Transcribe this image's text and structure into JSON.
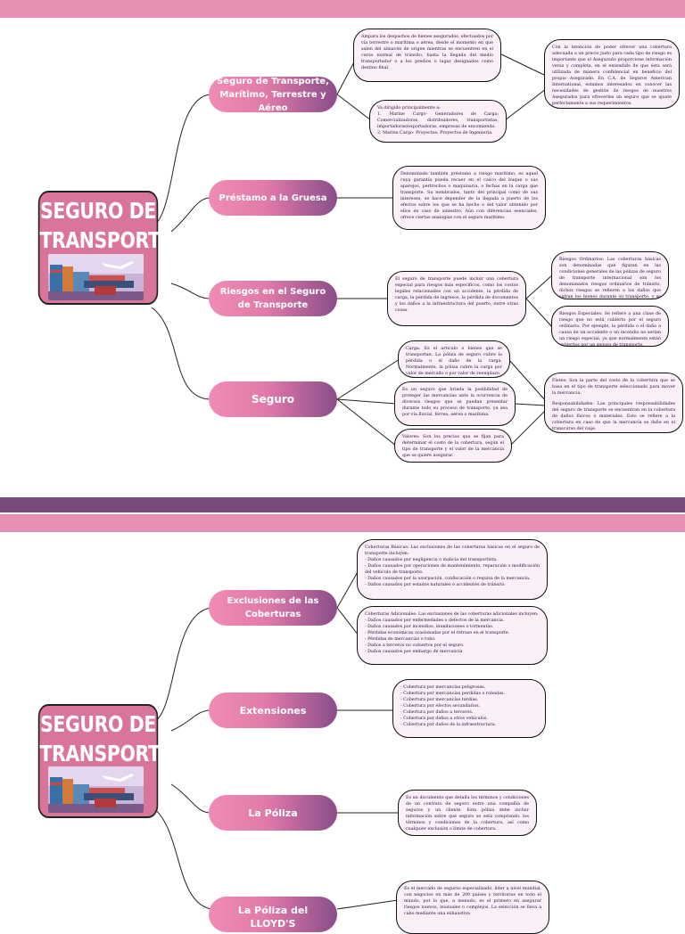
{
  "colors": {
    "pink_band": "#e790b3",
    "purple_band": "#7a4a7e",
    "title_bg": "#d9749a",
    "box_bg": "#fbf0f7"
  },
  "page1": {
    "title_line1": "SEGURO DE",
    "title_line2": "TRANSPORTE",
    "branch1": "Seguro de Transporte, Marítimo, Terrestre y Aéreo",
    "branch2": "Préstamo a la Gruesa",
    "branch3": "Riesgos en el Seguro de Transporte",
    "branch4": "Seguro",
    "b1_box1": "Ampara los despachos de bienes asegurados, efectuados por vía terrestre o marítima o aérea, desde el momento en que salen del almacén de origen mientras se encuentren en el curso normal de tránsito, hasta la llegada del medio transportador o a los predios o lugar designados como destino final.",
    "b1_box2_intro": "Va dirigido principalmente a:",
    "b1_box2_item1": "1. Marine Cargo- Generadores de Carga: Comercializadoras, distribuidores, transportistas, importadoras/exportadoras, empresas de encomienda.",
    "b1_box2_item2": "2. Marine Cargo- Proyectos: Proyectos de Ingeniería.",
    "b1_box3": "Con la intención de poder ofrecer una cobertura adecuada a un precio justo para cada tipo de riesgo es importante que el Asegurado proporcione información veraz y completa, en el entendido de que ésta será utilizada de manera confidencial en beneficio del propio Asegurado. En C.A. de Seguros American International, estamos interesados en conocer las necesidades de gestión de riesgos de nuestros Asegurados para ofrecerles un seguro que se ajuste perfectamente a sus requerimientos.",
    "b2_box": "Denominado también préstamo a riesgo marítimo, es aquel cuya garantía pueda recaer en el casco del buque o sus aparejos, pertrechos o maquinaria, o fechas en la carga que transporte. Su nombrados, tanto del principal como de sus intereses, se hace depender de la llegada a puerto de los efectos sobre los que se ha hecho o del valor obtenido por ellos en caso de siniestro. Aún con diferencias esenciales, ofrece ciertas analogías con el seguro marítimo.",
    "b3_box": "El seguro de transporte puede incluir una cobertura especial para riesgos más específicos, como los costos legales relacionados con un accidente, la pérdida de carga, la pérdida de ingresos, la pérdida de documentos y los daños a la infraestructura del puerto, entre otras cosas.",
    "b3_box2": "Riesgos Ordinarios: Las coberturas básicas son denominadas que figuran en las condiciones generales de las pólizas de seguro de transporte internacional son los denominados riesgos ordinarios de tránsito, dichos riesgos se refieren a los daños que sufran los bienes durante su transporte, y se clasifican según el tipo de transporte.",
    "b3_box3": "Riesgos Especiales: Se refiere a una clase de riesgo que no está cubierto por el seguro ordinario. Por ejemplo, la pérdida o el daño a causa de un accidente o un incendio no serían un riesgo especial, ya que normalmente están cubiertos por un seguro de transporte.",
    "b4_box1": "Carga: Es el artículo o bienes que se transportan. La póliza de seguro cubre la pérdida o el daño de la carga. Normalmente, la póliza cubre la carga por valor de mercado o por valor de reemplazo.",
    "b4_box2": "Es un seguro que brinda la posibilidad de proteger las mercancías ante la ocurrencia de diversos riesgos que se puedan presentar durante todo su proceso de transporte, ya sea por vía fluvial, férrea, aérea o marítima.",
    "b4_box3": "Valores: Son los precios que se fijan para determinar el costo de la cobertura, según el tipo de transporte y el valor de la mercancía que se quiere asegurar.",
    "b4_box4_p1": "Fletes: Son la parte del costo de la cobertura que se basa en el tipo de transporte seleccionado para mover la mercancía.",
    "b4_box4_p2": "Responsabilidades: Las principales responsabilidades del seguro de transporte se encuentran en la cobertura de daños físicos o materiales. Esto se refiere a la cobertura en caso de que la mercancía se dañe en el transcurso del viaje."
  },
  "page2": {
    "title_line1": "SEGURO DE",
    "title_line2": "TRANSPORTE",
    "branch1": "Exclusiones de las Coberturas",
    "branch2": "Extensiones",
    "branch3": "La Póliza",
    "branch4": "La Póliza del LLOYD'S",
    "b1_box1": "Coberturas Básicas: Las exclusiones de las coberturas básicas en el seguro de transporte incluyen:\n- Daños causados por negligencia o malicia del transportista.\n- Daños causados por operaciones de mantenimiento, reparación o modificación del vehículo de transporte.\n- Daños causados por la usurpación, confiscación o requisa de la mercancía.\n- Daños causados por estados naturales o accidentes de tránsito.",
    "b1_box2": "Coberturas Adicionales: Las exclusiones de las coberturas adicionales incluyen:\n- Daños causados por enfermedades o defectos de la mercancía.\n- Daños causados por incendios, inundaciones o tormentas.\n- Pérdidas económicas ocasionadas por el retraso en el transporte.\n- Pérdidas de mercancías o robo.\n- Daños a terceros no cubiertos por el seguro.\n- Daños causados por embargo de mercancía",
    "b2_box": "- Cobertura por mercancías peligrosas.\n- Cobertura por mercancías perdidas o robadas.\n- Cobertura por mercancías tardías.\n- Cobertura por efectos secundarios.\n- Cobertura por daños a terceros.\n- Cobertura por daños a otros vehículos.\n- Cobertura por daños de la infraestructura.",
    "b3_box": "Es un documento que detalla los términos y condiciones de un contrato de seguro entre una compañía de seguros y un cliente. Esta póliza debe incluir información sobre qué seguro se está comprando, los términos y condiciones de la cobertura, así como cualquier exclusión o límite de cobertura.",
    "b4_box": "Es el mercado de seguros especializado, líder a nivel mundial, con negocios en más de 200 países y territorios en todo el mundo, por lo que, a menudo, es el primero en asegurar riesgos nuevos, inusuales o complejos. La selección se lleva a cabo mediante una exhaustiva"
  }
}
